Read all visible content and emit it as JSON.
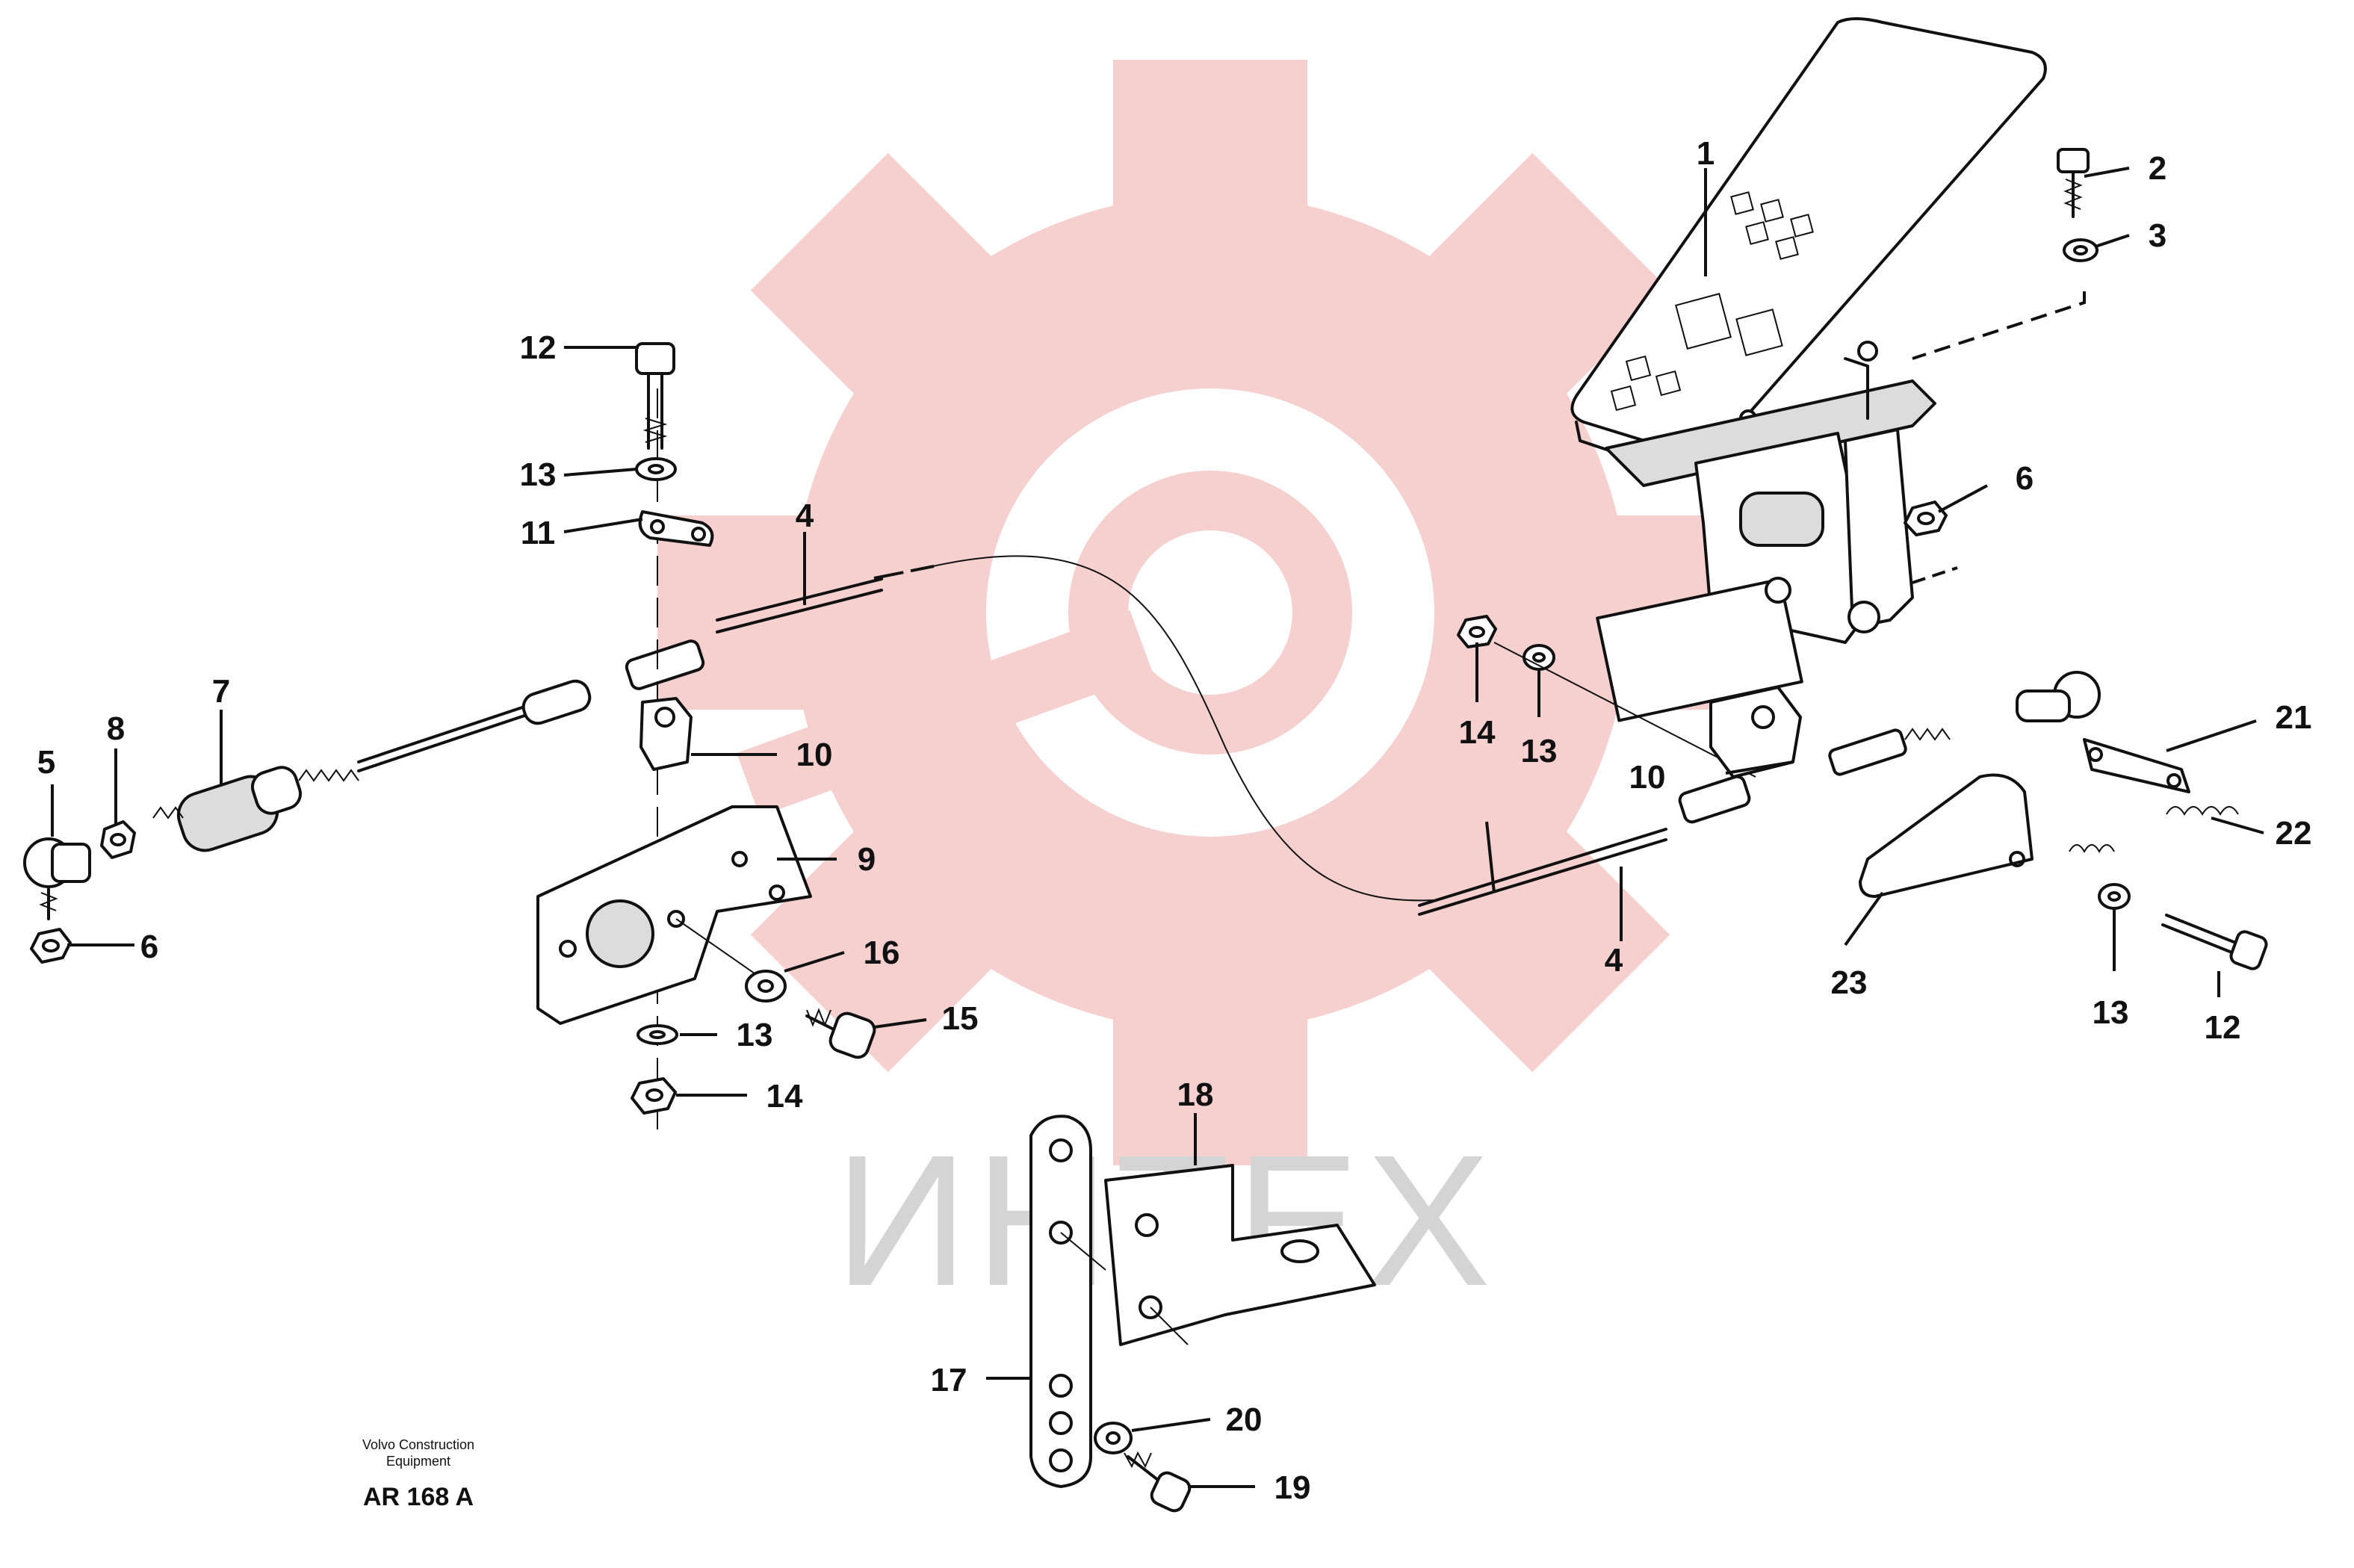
{
  "title": "",
  "colors": {
    "ink": "#111111",
    "watermark_gear": "#f0a8a8",
    "watermark_text": "#d4d4d4",
    "paper": "#ffffff"
  },
  "watermark": {
    "text": "ИНТЕХ"
  },
  "caption": {
    "maker_line1": "Volvo Construction",
    "maker_line2": "Equipment",
    "code": "AR 168 A"
  },
  "callouts": [
    {
      "id": "c1",
      "label": "1"
    },
    {
      "id": "c2",
      "label": "2"
    },
    {
      "id": "c3",
      "label": "3"
    },
    {
      "id": "c4a",
      "label": "4"
    },
    {
      "id": "c4b",
      "label": "4"
    },
    {
      "id": "c5",
      "label": "5"
    },
    {
      "id": "c6a",
      "label": "6"
    },
    {
      "id": "c6b",
      "label": "6"
    },
    {
      "id": "c7",
      "label": "7"
    },
    {
      "id": "c8",
      "label": "8"
    },
    {
      "id": "c9",
      "label": "9"
    },
    {
      "id": "c10a",
      "label": "10"
    },
    {
      "id": "c10b",
      "label": "10"
    },
    {
      "id": "c11",
      "label": "11"
    },
    {
      "id": "c12a",
      "label": "12"
    },
    {
      "id": "c12b",
      "label": "12"
    },
    {
      "id": "c13a",
      "label": "13"
    },
    {
      "id": "c13b",
      "label": "13"
    },
    {
      "id": "c13c",
      "label": "13"
    },
    {
      "id": "c13d",
      "label": "13"
    },
    {
      "id": "c14a",
      "label": "14"
    },
    {
      "id": "c14b",
      "label": "14"
    },
    {
      "id": "c15",
      "label": "15"
    },
    {
      "id": "c16",
      "label": "16"
    },
    {
      "id": "c17",
      "label": "17"
    },
    {
      "id": "c18",
      "label": "18"
    },
    {
      "id": "c19",
      "label": "19"
    },
    {
      "id": "c20",
      "label": "20"
    },
    {
      "id": "c21",
      "label": "21"
    },
    {
      "id": "c22",
      "label": "22"
    },
    {
      "id": "c23",
      "label": "23"
    }
  ]
}
